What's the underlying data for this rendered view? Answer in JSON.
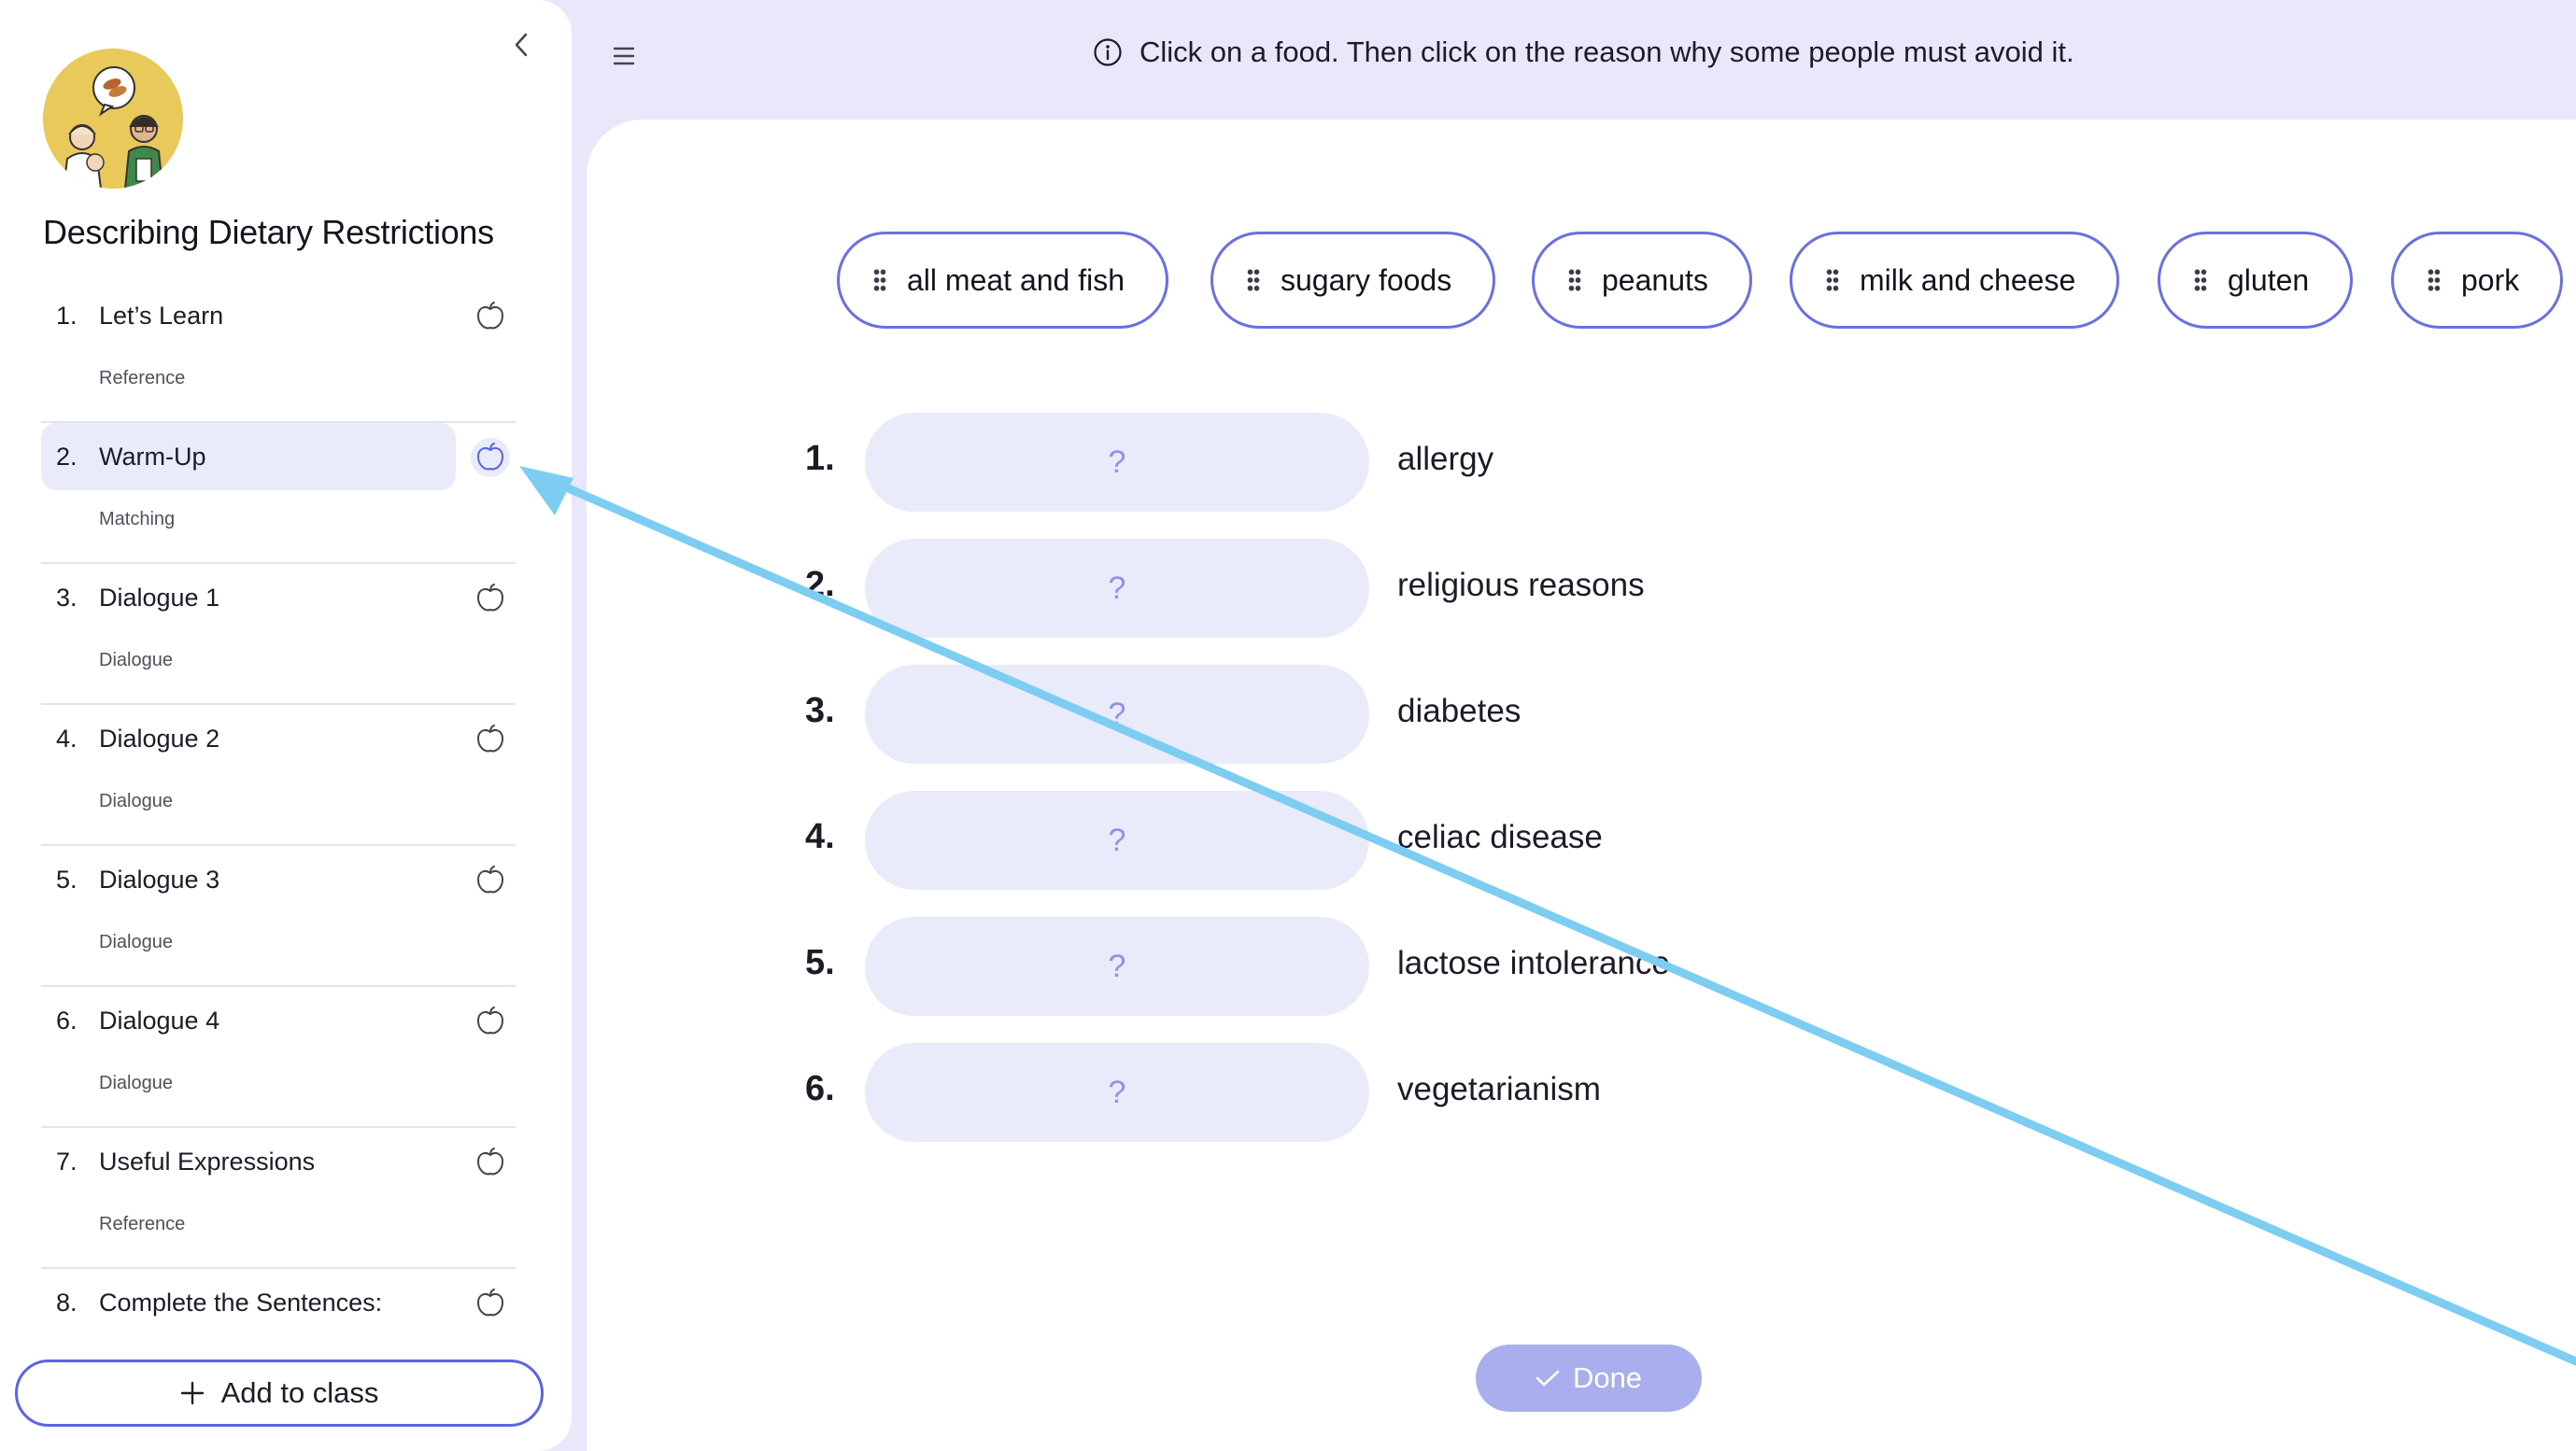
{
  "sidebar": {
    "title": "Describing Dietary Restrictions",
    "items": [
      {
        "num": "1.",
        "label": "Let’s Learn",
        "type": "Reference"
      },
      {
        "num": "2.",
        "label": "Warm-Up",
        "type": "Matching",
        "active": true
      },
      {
        "num": "3.",
        "label": "Dialogue 1",
        "type": "Dialogue"
      },
      {
        "num": "4.",
        "label": "Dialogue 2",
        "type": "Dialogue"
      },
      {
        "num": "5.",
        "label": "Dialogue 3",
        "type": "Dialogue"
      },
      {
        "num": "6.",
        "label": "Dialogue 4",
        "type": "Dialogue"
      },
      {
        "num": "7.",
        "label": "Useful Expressions",
        "type": "Reference"
      },
      {
        "num": "8.",
        "label": "Complete the Sentences:",
        "type": ""
      }
    ],
    "add_button_label": "Add to class",
    "item_icon": "apple-icon"
  },
  "header": {
    "instructions": "Click on a food. Then click on the reason why some people must avoid it.",
    "info_icon": "info-icon",
    "menu_icon": "hamburger-icon"
  },
  "exercise": {
    "foods": [
      "all meat and fish",
      "sugary foods",
      "peanuts",
      "milk and cheese",
      "gluten",
      "pork"
    ],
    "rows": [
      {
        "num": "1.",
        "slot": "?",
        "reason": "allergy"
      },
      {
        "num": "2.",
        "slot": "?",
        "reason": "religious reasons"
      },
      {
        "num": "3.",
        "slot": "?",
        "reason": "diabetes"
      },
      {
        "num": "4.",
        "slot": "?",
        "reason": "celiac disease"
      },
      {
        "num": "5.",
        "slot": "?",
        "reason": "lactose intolerance"
      },
      {
        "num": "6.",
        "slot": "?",
        "reason": "vegetarianism"
      }
    ],
    "done_label": "Done"
  },
  "colors": {
    "accent": "#5b63e6",
    "background": "#ece6fb",
    "slot_fill": "#e9ebfb",
    "done_fill": "#a9afee",
    "pointer_arrow": "#7dcdf2"
  }
}
